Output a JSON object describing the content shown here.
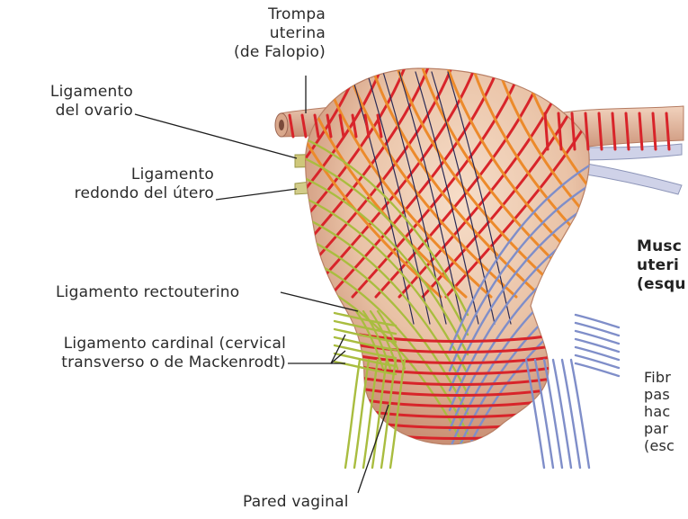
{
  "labels": {
    "trompa": [
      "Trompa",
      "uterina",
      "(de Falopio)"
    ],
    "lig_ovario": [
      "Ligamento",
      "del ovario"
    ],
    "lig_redondo": [
      "Ligamento",
      "redondo del útero"
    ],
    "lig_rectouterino": "Ligamento rectouterino",
    "lig_cardinal": [
      "Ligamento cardinal (cervical",
      "transverso o de Mackenrodt)"
    ],
    "pared_vaginal": "Pared vaginal",
    "musculatura": [
      "Musc",
      "uteri",
      "(esqu"
    ],
    "fibras": [
      "Fibr",
      "pas",
      "hac",
      "par",
      "(esc"
    ]
  },
  "colors": {
    "uterus_fill": "#e9c2a6",
    "uterus_shade": "#cf9b80",
    "fiber_red": "#d8242a",
    "fiber_orange": "#ec8a2b",
    "fiber_green": "#a9bd3f",
    "fiber_blue": "#7f8ec9",
    "fiber_dark": "#2a2a55",
    "leader": "#1e1e1e"
  }
}
